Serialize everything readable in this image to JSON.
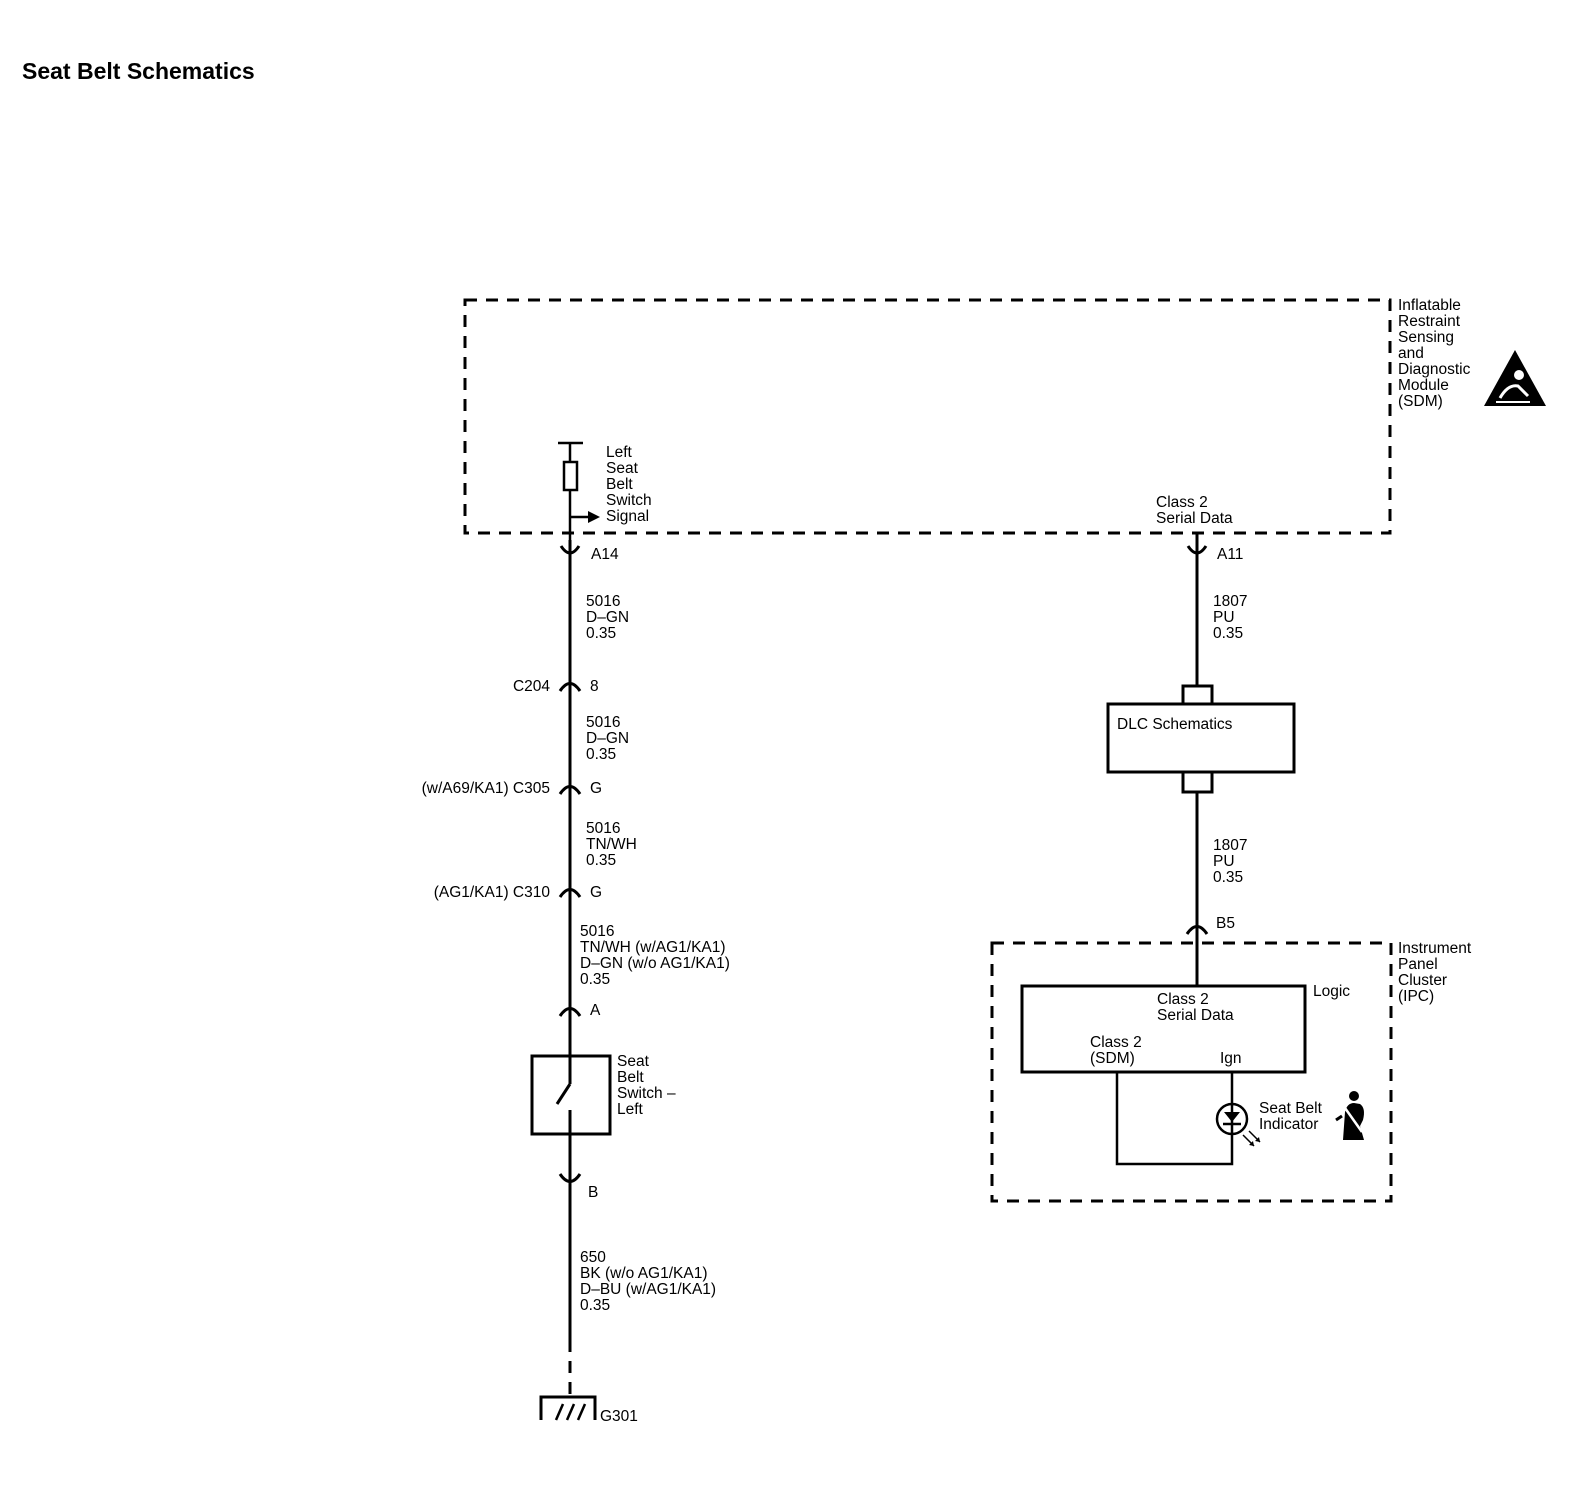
{
  "title": "Seat Belt Schematics",
  "sdm": {
    "name_lines": [
      "Inflatable",
      "Restraint",
      "Sensing",
      "and",
      "Diagnostic",
      "Module",
      "(SDM)"
    ],
    "left_signal_lines": [
      "Left",
      "Seat",
      "Belt",
      "Switch",
      "Signal"
    ],
    "serial_data_lines": [
      "Class 2",
      "Serial Data"
    ],
    "pin_a14": "A14",
    "pin_a11": "A11",
    "icon": "airbag-warning-icon"
  },
  "left_circuit": {
    "wire1": [
      "5016",
      "D–GN",
      "0.35"
    ],
    "c204": {
      "label": "C204",
      "pin": "8"
    },
    "wire2": [
      "5016",
      "D–GN",
      "0.35"
    ],
    "c305": {
      "label": "(w/A69/KA1) C305",
      "pin": "G"
    },
    "wire3": [
      "5016",
      "TN/WH",
      "0.35"
    ],
    "c310": {
      "label": "(AG1/KA1) C310",
      "pin": "G"
    },
    "wire4": [
      "5016",
      "TN/WH (w/AG1/KA1)",
      "D–GN (w/o AG1/KA1)",
      "0.35"
    ],
    "pin_a": "A",
    "switch_lines": [
      "Seat",
      "Belt",
      "Switch –",
      "Left"
    ],
    "pin_b": "B",
    "wire5": [
      "650",
      "BK (w/o AG1/KA1)",
      "D–BU (w/AG1/KA1)",
      "0.35"
    ],
    "ground": "G301"
  },
  "right_circuit": {
    "wire1": [
      "1807",
      "PU",
      "0.35"
    ],
    "dlc_label": "DLC Schematics",
    "wire2": [
      "1807",
      "PU",
      "0.35"
    ],
    "pin_b5": "B5"
  },
  "ipc": {
    "name_lines": [
      "Instrument",
      "Panel",
      "Cluster",
      "(IPC)"
    ],
    "logic": "Logic",
    "serial_data_lines": [
      "Class 2",
      "Serial Data"
    ],
    "class2_sdm_lines": [
      "Class 2",
      "(SDM)"
    ],
    "ign": "Ign",
    "indicator_lines": [
      "Seat Belt",
      "Indicator"
    ],
    "icon": "seat-belt-icon"
  }
}
